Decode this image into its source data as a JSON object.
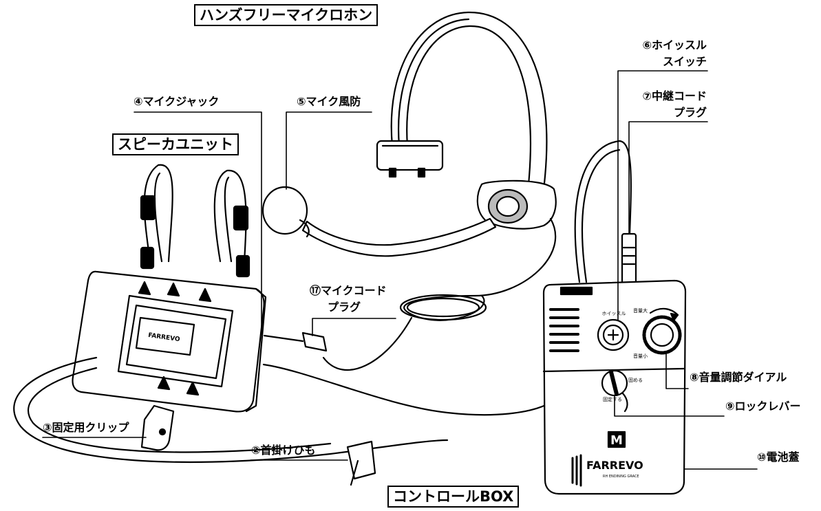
{
  "titles": {
    "headset": "ハンズフリーマイクロホン",
    "speaker_unit": "スピーカユニット",
    "control_box": "コントロールBOX"
  },
  "labels": {
    "neck_strap": "②首掛けひも",
    "clip": "③固定用クリップ",
    "mic_jack": "④マイクジャック",
    "windscreen": "⑤マイク風防",
    "whistle_switch_l1": "⑥ホイッスル",
    "whistle_switch_l2": "スイッチ",
    "relay_plug_l1": "⑦中継コード",
    "relay_plug_l2": "プラグ",
    "volume_dial": "⑧音量調節ダイアル",
    "lock_lever": "⑨ロックレバー",
    "battery_cover": "⑩電池蓋",
    "mic_cord_plug_l1": "⑰マイクコード",
    "mic_cord_plug_l2": "プラグ"
  },
  "device": {
    "brand": "FARREVO",
    "brand_sub": "RH ENDINING GRACE",
    "logo_letter": "M",
    "speaker_brand": "FARREVO",
    "whistle_marking": "ホイッスル",
    "vol_max_marking": "音量大",
    "vol_min_marking": "音量小",
    "lock_marking": "固定する",
    "unlock_marking": "固める"
  },
  "colors": {
    "ink": "#000000",
    "paper": "#ffffff"
  }
}
